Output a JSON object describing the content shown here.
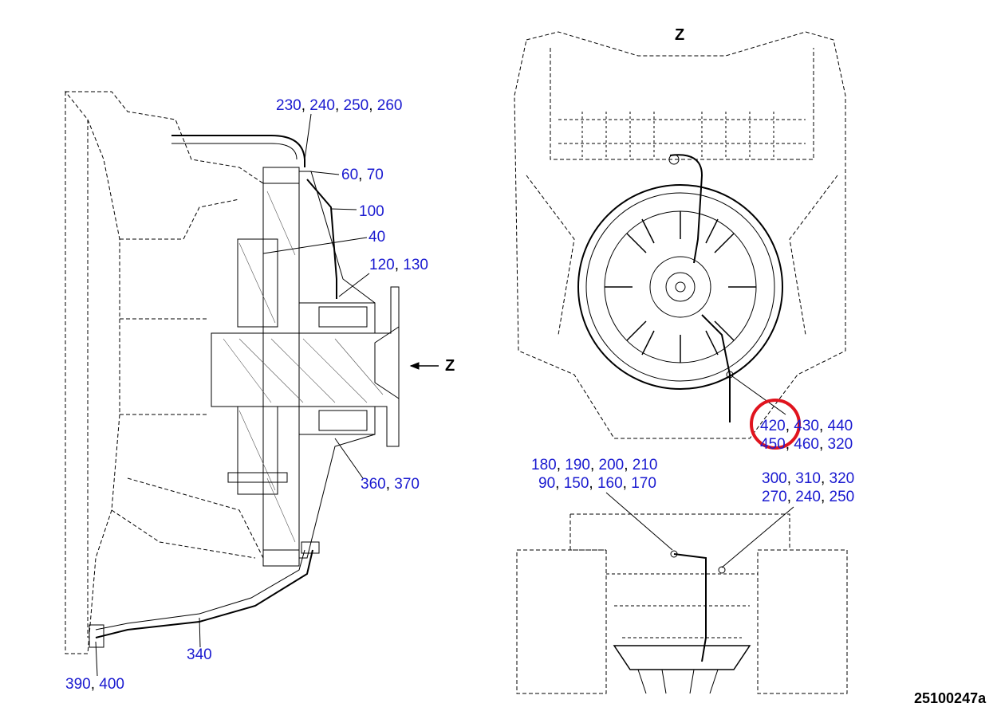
{
  "drawing_id": "25100247a",
  "view_marker": "Z",
  "highlight_color": "#e0141e",
  "label_color": "#1a1ad0",
  "callouts": {
    "left_view": [
      [
        "230",
        "240",
        "250",
        "260"
      ],
      [
        "60",
        "70"
      ],
      [
        "100"
      ],
      [
        "40"
      ],
      [
        "120",
        "130"
      ],
      [
        "360",
        "370"
      ],
      [
        "340"
      ],
      [
        "390",
        "400"
      ]
    ],
    "front_view": [
      [
        "420",
        "430",
        "440"
      ],
      [
        "450",
        "460",
        "320"
      ]
    ],
    "bottom_view": [
      [
        "180",
        "190",
        "200",
        "210"
      ],
      [
        "90",
        "150",
        "160",
        "170"
      ],
      [
        "300",
        "310",
        "320"
      ],
      [
        "270",
        "240",
        "250"
      ]
    ]
  },
  "highlighted_callout": "420"
}
